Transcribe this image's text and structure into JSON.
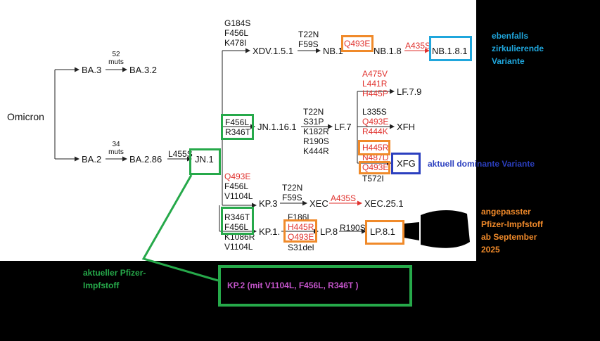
{
  "colors": {
    "green": "#26a94a",
    "orange": "#f08a2a",
    "blue": "#1fa6dc",
    "navy": "#2b3fbf",
    "red": "#e0322e",
    "purple": "#c354c9"
  },
  "nodes": {
    "omicron": "Omicron",
    "ba3": "BA.3",
    "ba32": "BA.3.2",
    "ba2": "BA.2",
    "ba286": "BA.2.86",
    "jn1": "JN.1",
    "xdv": "XDV.1.5.1",
    "nb1": "NB.1",
    "nb18": "NB.1.8",
    "nb181": "NB.1.8.1",
    "jn1161": "JN.1.16.1",
    "lf7": "LF.7",
    "lf79": "LF.7.9",
    "xfh": "XFH",
    "xfg": "XFG",
    "kp3": "KP.3",
    "xec": "XEC",
    "xec251": "XEC.25.1",
    "kp1": "KP.1.",
    "lp8": "LP.8",
    "lp81": "LP.8.1"
  },
  "edge_labels": {
    "ba3_muts": [
      "52",
      "muts"
    ],
    "ba2_muts": [
      "34",
      "muts"
    ],
    "l455s": "L455S",
    "xdv_muts": [
      "G184S",
      "F456L",
      "K478I"
    ],
    "nb1_muts": [
      "T22N",
      "F59S"
    ],
    "q493e_nb": "Q493E",
    "a435s_nb": "A435S",
    "jn1161_muts": [
      "F456L",
      "R346T"
    ],
    "lf7_muts": [
      "T22N",
      "S31P",
      "K182R",
      "R190S",
      "K444R"
    ],
    "lf79_muts": [
      "A475V",
      "L441R",
      "H445P"
    ],
    "xfh_black": "L335S",
    "xfh_red": [
      "Q493E",
      "R444K"
    ],
    "xfg_muts": [
      "H445R",
      "N487D",
      "Q493E"
    ],
    "xfg_extra": "T572I",
    "kp3_muts": [
      "Q493E",
      "F456L",
      "V1104L"
    ],
    "xec_muts": [
      "T22N",
      "F59S"
    ],
    "a435s_xec": "A435S",
    "kp1_muts": [
      "R346T",
      "F456L",
      "K1086R",
      "V1104L"
    ],
    "lp8_top": "F186L",
    "lp8_red": [
      "H445R",
      "Q493E"
    ],
    "lp8_bottom": "S31del",
    "r190s": "R190S"
  },
  "annotations": {
    "nb181_note": [
      "ebenfalls",
      "zirkulierende",
      "Variante"
    ],
    "xfg_note": "aktuell dominante Variante",
    "lp81_note": [
      "angepasster",
      "Pfizer-Impfstoff",
      "ab September",
      "2025"
    ],
    "current_vaccine_note": [
      "aktueller Pfizer-",
      "Impfstoff"
    ],
    "kp2_box": "KP.2 (mit V1104L, F456L, R346T )"
  }
}
